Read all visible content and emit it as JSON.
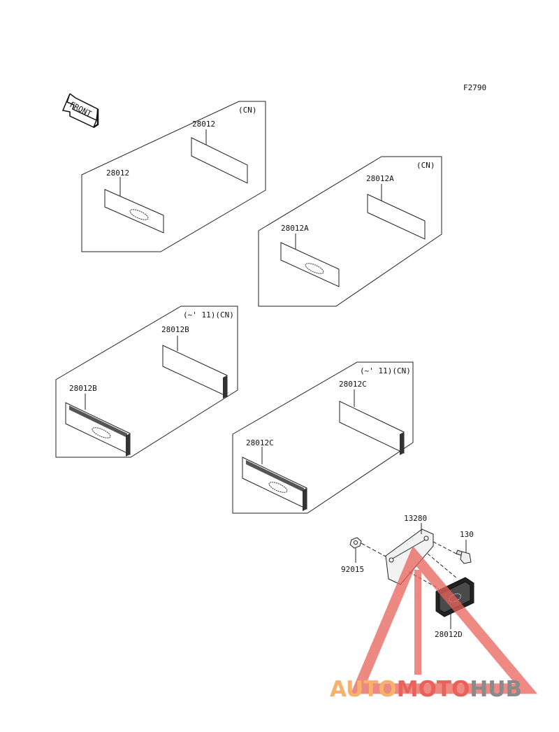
{
  "figure_code": "F2790",
  "front_label": "FRONT",
  "groups": [
    {
      "condition": "(CN)",
      "parts": [
        "28012",
        "28012"
      ]
    },
    {
      "condition": "(CN)",
      "parts": [
        "28012A",
        "28012A"
      ]
    },
    {
      "condition": "(~' 11)(CN)",
      "parts": [
        "28012B",
        "28012B"
      ]
    },
    {
      "condition": "(~' 11)(CN)",
      "parts": [
        "28012C",
        "28012C"
      ]
    }
  ],
  "assembly": {
    "bracket": "13280",
    "nut": "92015",
    "bolt": "130",
    "reflector": "28012D"
  },
  "watermark": {
    "part1": "AUTO",
    "part2": "MOTO",
    "part3": "HUB",
    "color1": "#f6b26b",
    "color2": "#e8625a",
    "color3": "#8a8a8a"
  }
}
